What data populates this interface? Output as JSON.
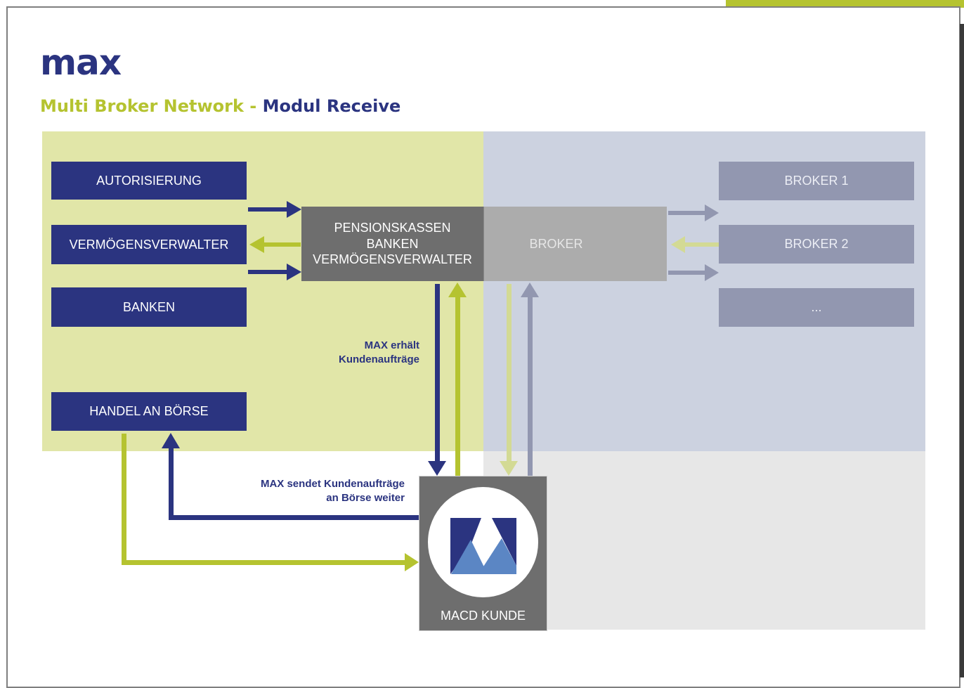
{
  "header": {
    "logo_text": "max",
    "subtitle_part1": "Multi Broker Network",
    "subtitle_separator": " - ",
    "subtitle_part2": "Modul Receive"
  },
  "left_boxes": {
    "autorisierung": "AUTORISIERUNG",
    "vermoegensverwalter": "VERMÖGENSVERWALTER",
    "banken": "BANKEN",
    "handel": "HANDEL AN BÖRSE"
  },
  "center_box": {
    "line1": "PENSIONSKASSEN",
    "line2": "BANKEN",
    "line3": "VERMÖGENSVERWALTER"
  },
  "broker_box": "BROKER",
  "right_boxes": {
    "broker1": "BROKER 1",
    "broker2": "BROKER 2",
    "more": "..."
  },
  "labels": {
    "max_erhaelt_line1": "MAX erhält",
    "max_erhaelt_line2": "Kundenaufträge",
    "max_sendet_line1": "MAX sendet Kundenaufträge",
    "max_sendet_line2": "an Börse weiter"
  },
  "macd_label": "MACD KUNDE",
  "colors": {
    "navy": "#2b3480",
    "lime": "#b5c330",
    "pale_lime": "#d3da94",
    "slate": "#9297b0",
    "dark_grey": "#6e6e6e",
    "light_grey": "#acacac",
    "logo_light_blue": "#5b86c4"
  }
}
